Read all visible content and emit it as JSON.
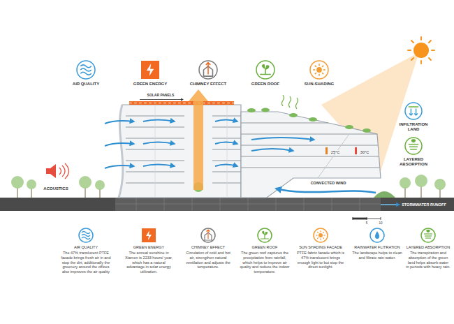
{
  "diagram": {
    "nodes": [
      {
        "text": [
          "AIR QUALITY"
        ]
      },
      {
        "text": [
          "GREEN ENERGY"
        ]
      },
      {
        "text": [
          "CHIMNEY EFFECT"
        ]
      },
      {
        "text": [
          "GREEN ROOF"
        ]
      },
      {
        "text": [
          "SUN-SHADING"
        ]
      },
      {
        "text": [
          "INFILTRATION LAND"
        ]
      },
      {
        "text": [
          "LAYERED ABSORPTION"
        ]
      },
      {
        "text": [
          "AIR QUALITY",
          "The 47% translucent PTFE facade brings fresh air in and stop the dirt, additionally the greenery around the offices also improves the air quality"
        ]
      },
      {
        "text": [
          "GREEN ENERGY",
          "The annual sunshine in Xiamen is 2233 hours/ year, which has a natural advantage in solar energy utilization."
        ]
      },
      {
        "text": [
          "CHIMNEY EFFECT",
          "Circulation of cold and hot air, strengthen natural ventilation and adjusts the temperature."
        ]
      },
      {
        "text": [
          "GREEN ROOF",
          "The green roof captures the precipitation from rainfall, which helps to improve air quality and reduce the indoor temperature."
        ]
      },
      {
        "text": [
          "SUN SHADING FACADE",
          "PTFE fabric facade which is 47% translucent brings enough light to but stop the direct sunlight."
        ]
      },
      {
        "text": [
          "RAINWATER FLITRATION",
          "The landscape helps to clean and filtrate rain-water."
        ]
      },
      {
        "text": [
          "LAYERED ABSORPTION",
          "The transpiration and absorption of the green land helps absorb water in periods with heavy rain."
        ]
      }
    ],
    "labels": [
      "ACOUSTICS",
      "SOLAR PANELS",
      "25°C",
      "30°C",
      "CONVECTED WIND",
      "STORMWATER RUNOFF",
      "5",
      "10"
    ]
  }
}
